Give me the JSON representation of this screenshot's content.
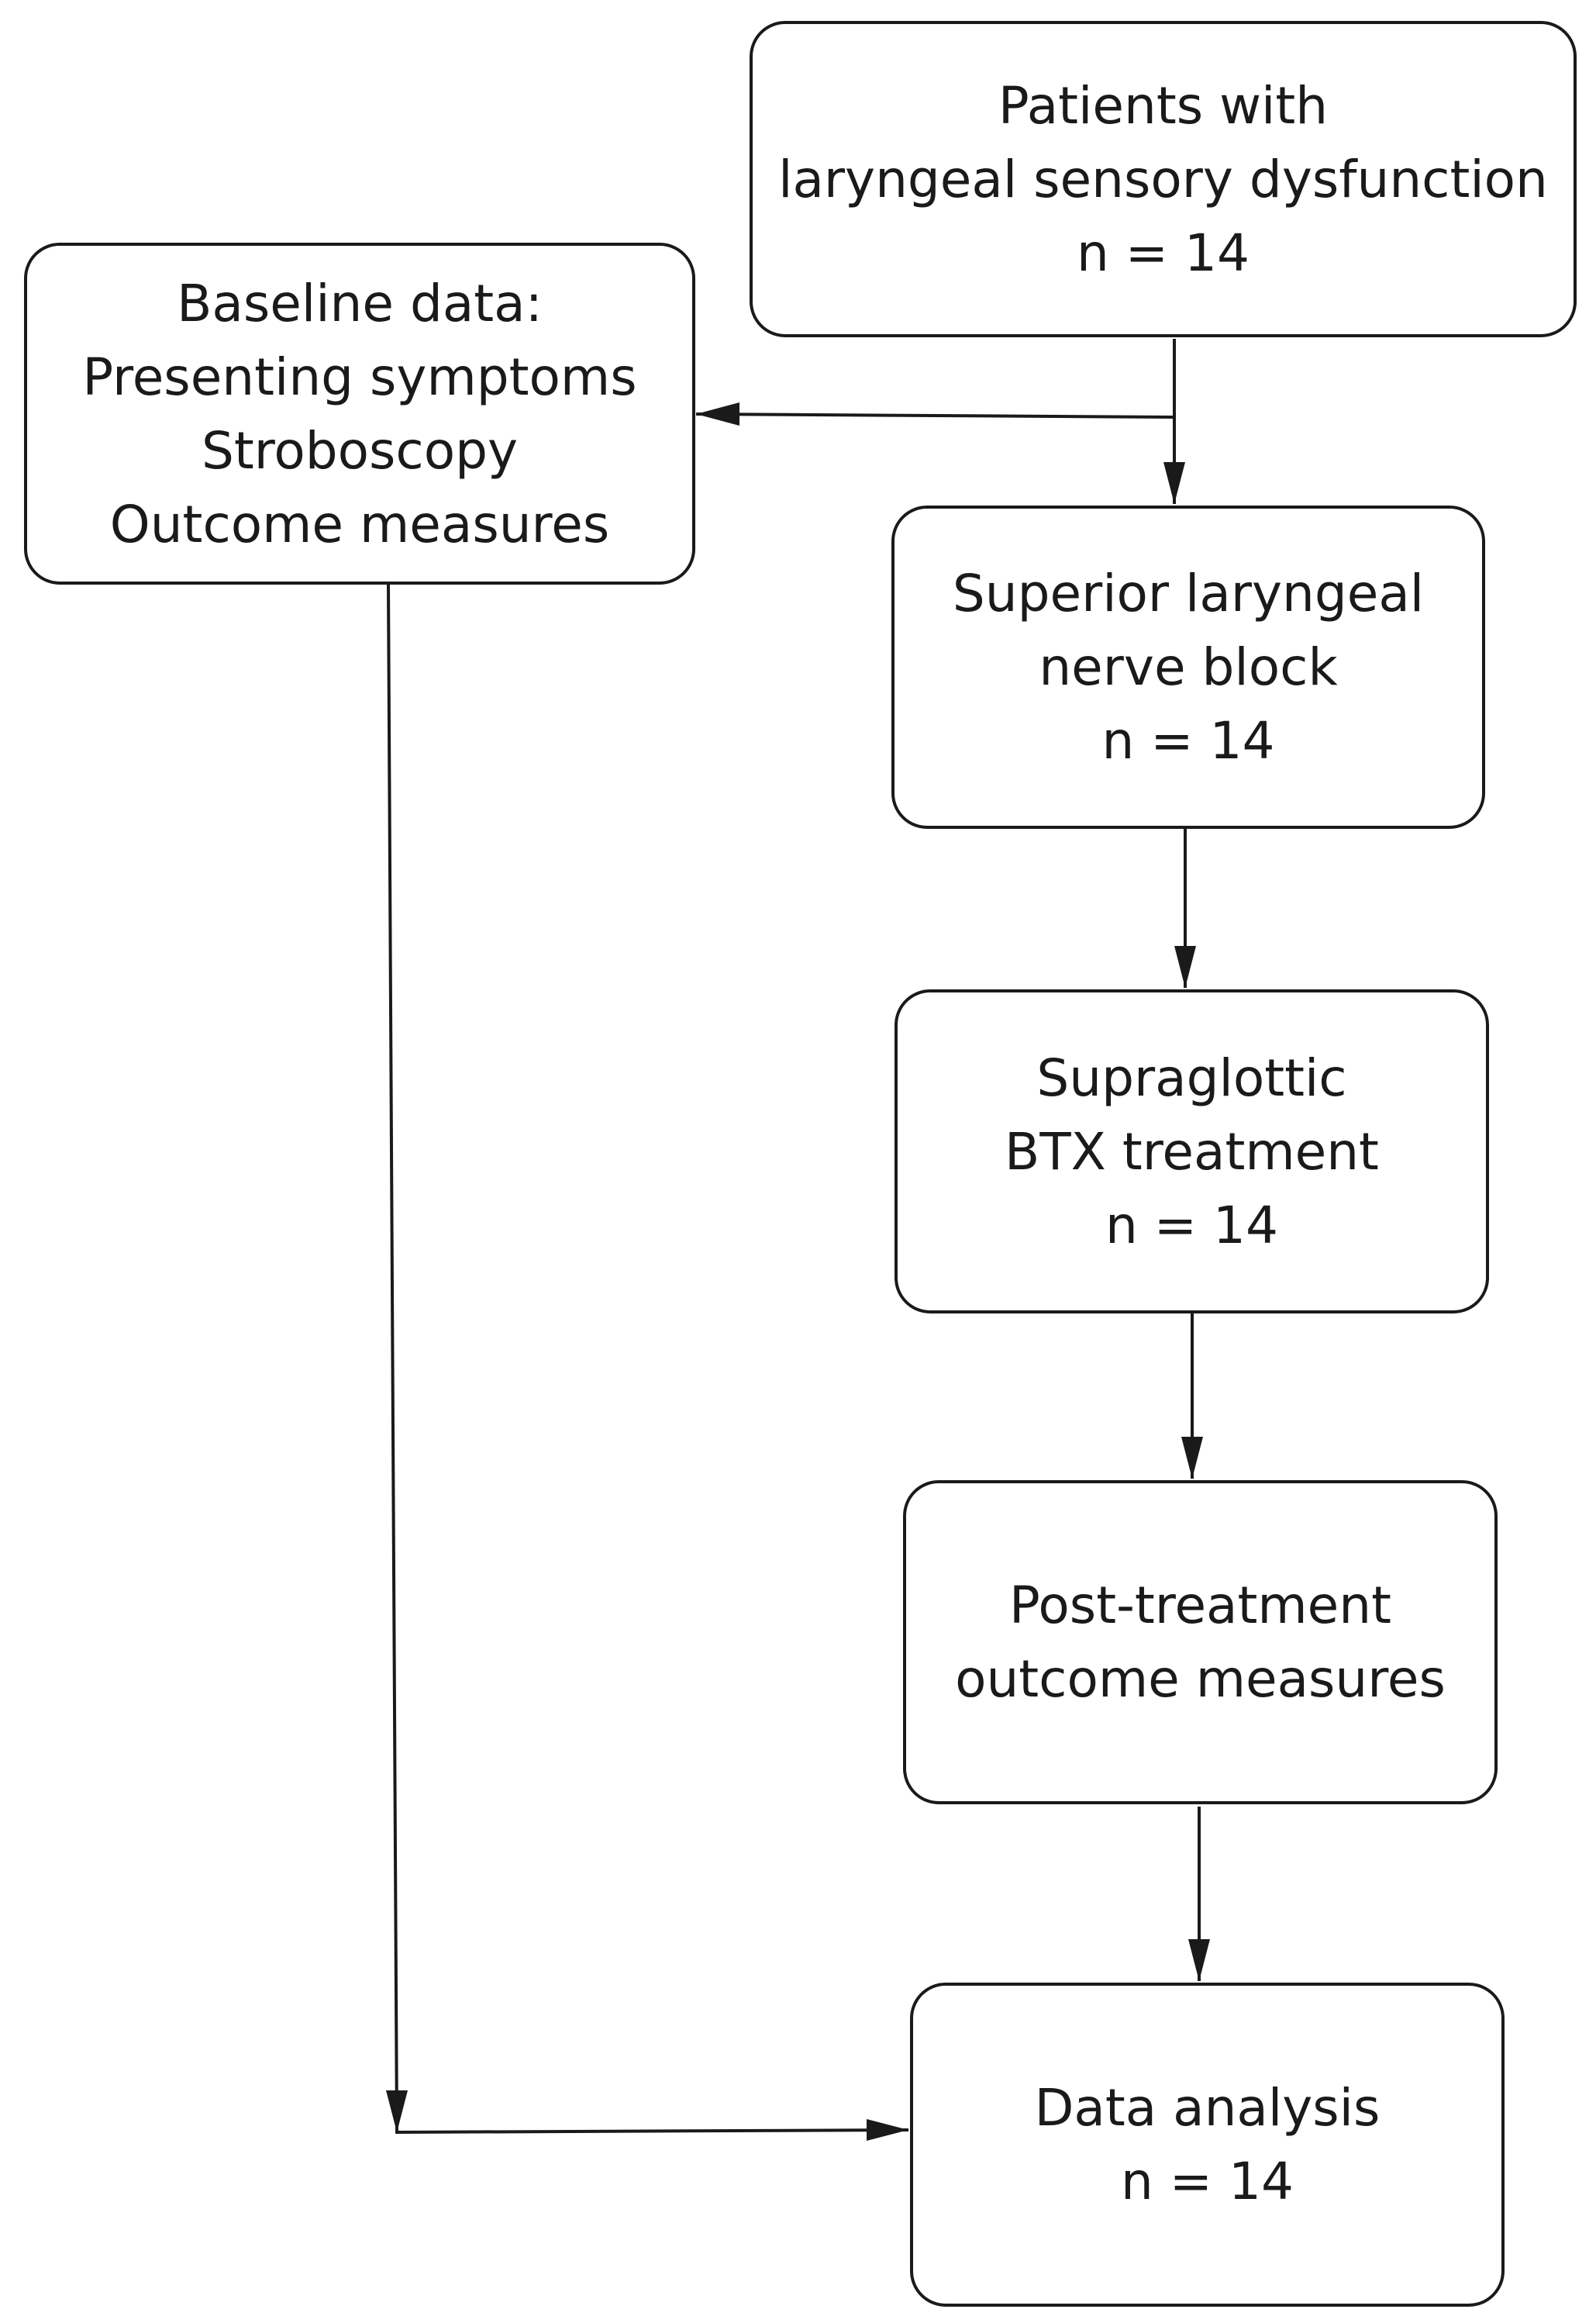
{
  "diagram": {
    "type": "flowchart",
    "line_color": "#1a1a1a",
    "background": "#ffffff",
    "boxes": {
      "patients": {
        "lines": [
          "Patients with",
          "laryngeal sensory dysfunction",
          "n = 14"
        ]
      },
      "baseline": {
        "lines": [
          "Baseline data:",
          "Presenting symptoms",
          "Stroboscopy",
          "Outcome measures"
        ]
      },
      "slnb": {
        "lines": [
          "Superior laryngeal",
          "nerve block",
          "n = 14"
        ]
      },
      "btx": {
        "lines": [
          "Supraglottic",
          "BTX treatment",
          "n = 14"
        ]
      },
      "post": {
        "lines": [
          "Post-treatment",
          "outcome measures"
        ]
      },
      "analysis": {
        "lines": [
          "Data analysis",
          "n = 14"
        ]
      }
    },
    "connections": [
      {
        "from": "patients",
        "to": "slnb"
      },
      {
        "from": "patients",
        "to": "baseline"
      },
      {
        "from": "slnb",
        "to": "btx"
      },
      {
        "from": "btx",
        "to": "post"
      },
      {
        "from": "post",
        "to": "analysis"
      },
      {
        "from": "baseline",
        "to": "analysis"
      }
    ]
  }
}
